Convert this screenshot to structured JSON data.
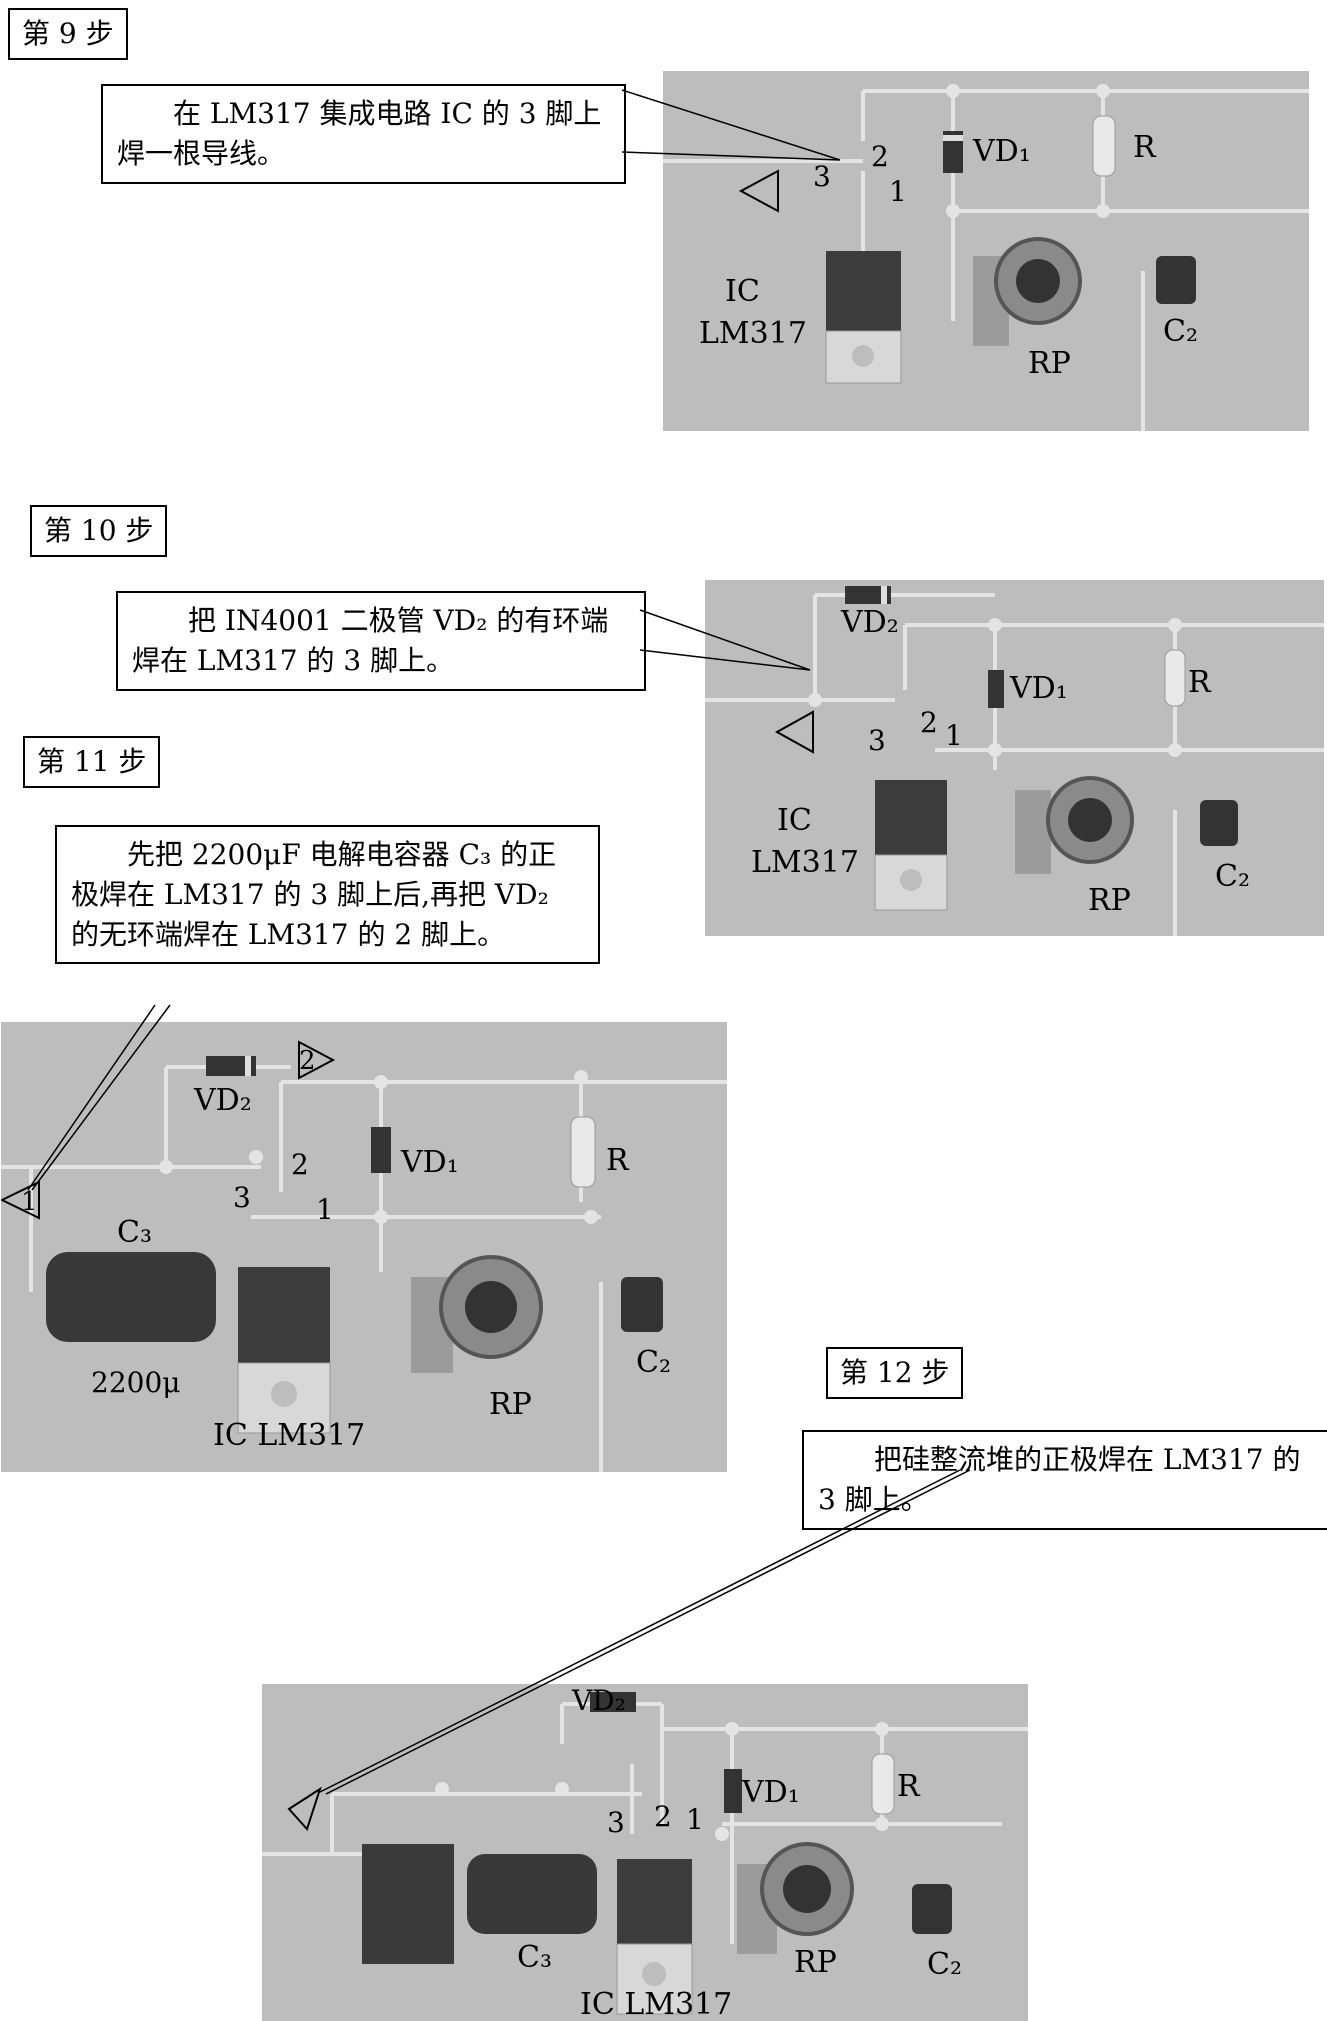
{
  "steps": [
    {
      "label": "第 9 步",
      "text": "在 LM317 集成电路 IC 的 3 脚上焊一根导线。",
      "photo": {
        "ic": "IC",
        "ic_model": "LM317",
        "vd1": "VD₁",
        "r": "R",
        "c2": "C₂",
        "rp": "RP",
        "pin3": "3",
        "pin2": "2",
        "pin1": "1"
      }
    },
    {
      "label": "第 10 步",
      "text": "把 IN4001 二极管 VD₂ 的有环端焊在 LM317 的 3 脚上。",
      "photo": {
        "ic": "IC",
        "ic_model": "LM317",
        "vd1": "VD₁",
        "vd2": "VD₂",
        "r": "R",
        "c2": "C₂",
        "rp": "RP",
        "pin3": "3",
        "pin2": "2",
        "pin1": "1"
      }
    },
    {
      "label": "第 11 步",
      "text": "先把 2200μF 电解电容器 C₃ 的正极焊在 LM317 的 3 脚上后,再把 VD₂ 的无环端焊在 LM317 的 2 脚上。",
      "photo": {
        "ic_full": "IC LM317",
        "vd1": "VD₁",
        "vd2": "VD₂",
        "r": "R",
        "c2": "C₂",
        "c3": "C₃",
        "rp": "RP",
        "cap_value": "2200μ",
        "pin3": "3",
        "pin2": "2",
        "pin1": "1",
        "marker1": "1",
        "marker2": "2"
      }
    },
    {
      "label": "第 12 步",
      "text": "把硅整流堆的正极焊在 LM317 的 3 脚上。",
      "photo": {
        "ic_full": "IC LM317",
        "vd1": "VD₁",
        "vd2": "VD₂",
        "r": "R",
        "c2": "C₂",
        "c3": "C₃",
        "rp": "RP",
        "pin3": "3",
        "pin2": "2",
        "pin1": "1"
      }
    }
  ]
}
